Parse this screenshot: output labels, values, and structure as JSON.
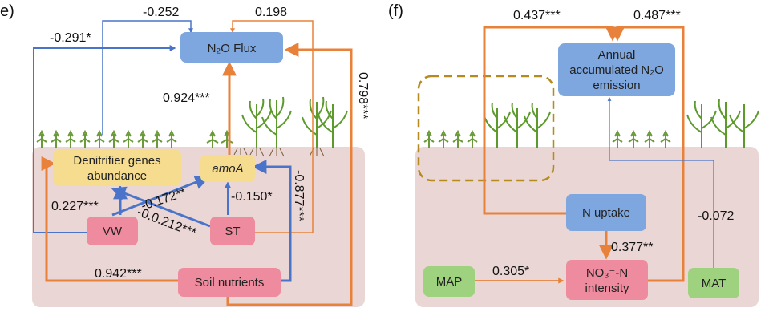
{
  "panel_e": {
    "letter": "e)",
    "nodes": {
      "n2o_flux": "N₂O Flux",
      "denitrifier_line1": "Denitrifier genes",
      "denitrifier_line2": "abundance",
      "amoa": "amoA",
      "vw": "VW",
      "st": "ST",
      "soil_nutrients": "Soil nutrients"
    },
    "coefficients": {
      "vw_to_n2o": "-0.291*",
      "den_to_n2o": "-0.252",
      "st_to_n2o": "0.198",
      "soil_to_n2o": "0.798***",
      "amoa_to_n2o": "0.924***",
      "vw_to_den": "0.227***",
      "vw_to_amoa": "-0.172**",
      "st_to_den": "-0.0.212***",
      "st_to_amoa": "-0.150*",
      "soil_to_amoa": "-0.877***",
      "soil_to_den": "0.942***"
    },
    "colors": {
      "positive": "#e8823a",
      "negative": "#4a74c9"
    }
  },
  "panel_f": {
    "letter": "(f)",
    "nodes": {
      "annual_line1": "Annual",
      "annual_line2": "accumulated N₂O",
      "annual_line3": "emission",
      "n_uptake": "N uptake",
      "no3_line1": "NO₃⁻-N",
      "no3_line2": "intensity",
      "map": "MAP",
      "mat": "MAT"
    },
    "coefficients": {
      "nup_to_annual": "0.437***",
      "no3_to_annual": "0.487***",
      "nup_to_no3": "0.377**",
      "map_to_no3": "0.305*",
      "mat_to_annual": "-0.072"
    }
  }
}
